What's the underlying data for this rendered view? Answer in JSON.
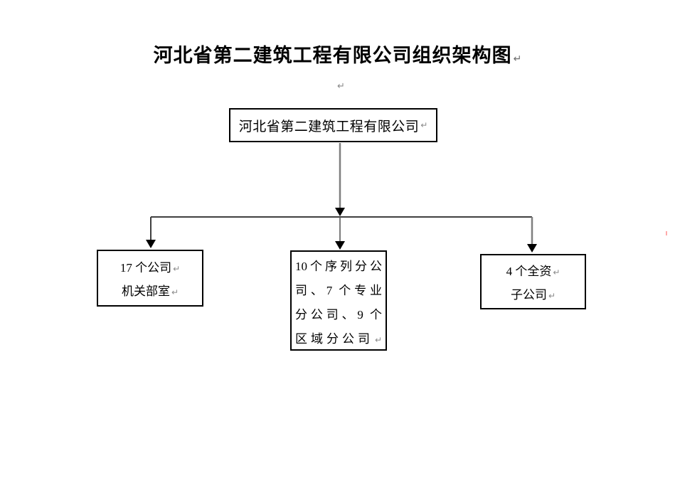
{
  "document": {
    "title": "河北省第二建筑工程有限公司组织架构图",
    "paragraph_mark": "↵"
  },
  "diagram": {
    "type": "org-chart",
    "root": {
      "label": "河北省第二建筑工程有限公司"
    },
    "branches": [
      {
        "id": "company-offices",
        "lines": [
          "17 个公司",
          "机关部室"
        ],
        "full_text": "17 个公司机关部室"
      },
      {
        "id": "branch-companies",
        "lines": [
          "10个序列分公",
          "司、7 个专业",
          "分公司、9 个",
          "区域分公司"
        ],
        "full_text": "10个序列分公司、7 个专业分公司、9 个区域分公司"
      },
      {
        "id": "subsidiaries",
        "lines": [
          "4 个全资",
          "子公司"
        ],
        "full_text": "4 个全资子公司"
      }
    ]
  },
  "colors": {
    "border_black": "#000000",
    "connector_gray": "#7f7f7f",
    "connector_dark": "#3f3f3f",
    "arrowhead_black": "#000000",
    "paragraph_mark_gray": "#8a8a8a",
    "stray_mark_pink": "#ffaaaa"
  }
}
